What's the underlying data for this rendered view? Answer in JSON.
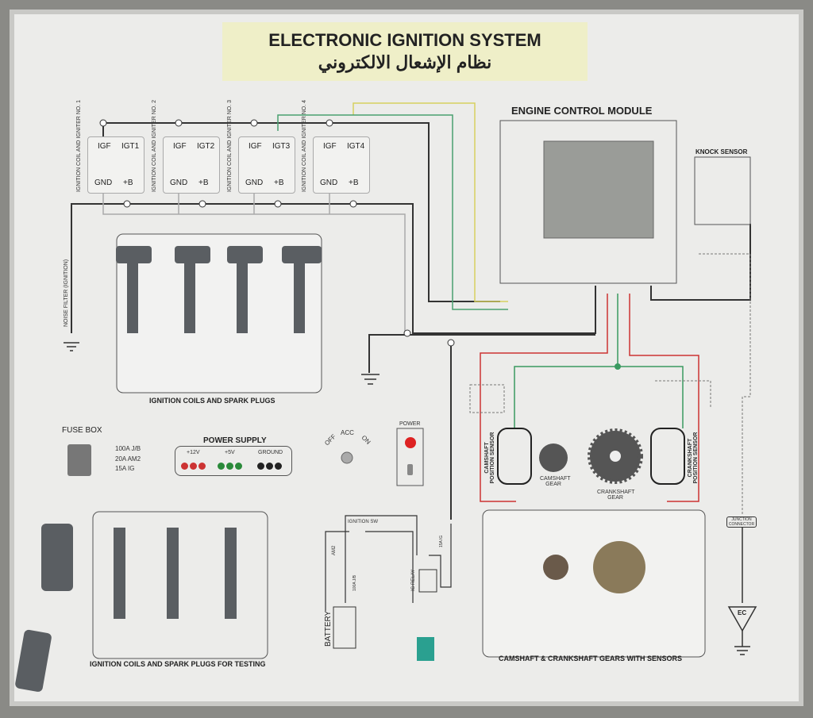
{
  "title": {
    "english": "ELECTRONIC IGNITION SYSTEM",
    "arabic": "نظام الإشعال الالكتروني"
  },
  "ignition_coils": [
    {
      "label": "IGNITION COIL AND IGNITER NO. 1",
      "igf": "IGF",
      "igt": "IGT1",
      "gnd": "GND",
      "b": "+B"
    },
    {
      "label": "IGNITION COIL AND IGNITER NO. 2",
      "igf": "IGF",
      "igt": "IGT2",
      "gnd": "GND",
      "b": "+B"
    },
    {
      "label": "IGNITION COIL AND IGNITER NO. 3",
      "igf": "IGF",
      "igt": "IGT3",
      "gnd": "GND",
      "b": "+B"
    },
    {
      "label": "IGNITION COIL AND IGNITER NO. 4",
      "igf": "IGF",
      "igt": "IGT4",
      "gnd": "GND",
      "b": "+B"
    }
  ],
  "ecm_label": "ENGINE CONTROL MODULE",
  "knock_sensor": "KNOCK SENSOR",
  "noise_filter": "NOISE FILTER (IGNITION)",
  "coils_panel": "IGNITION COILS AND SPARK PLUGS",
  "fuse_box": {
    "label": "FUSE BOX",
    "fuses": [
      "100A J/B",
      "20A AM2",
      "15A IG"
    ]
  },
  "power_supply": {
    "label": "POWER SUPPLY",
    "groups": [
      "+12V",
      "+5V",
      "GROUND"
    ]
  },
  "ignition_switch": {
    "positions": [
      "OFF",
      "ACC",
      "ON"
    ]
  },
  "power": "POWER",
  "circuit": {
    "ignition_sw": "IGNITION SW",
    "battery": "BATTERY",
    "ig_relay": "IG RELAY",
    "fuse_am2": "AM2",
    "fuse_jb": "100A J/B",
    "fuse_ig": "15A IG"
  },
  "camshaft_sensor": "CAMSHAFT POSITION SENSOR",
  "crankshaft_sensor": "CRANKSHAFT POSITION SENSOR",
  "camshaft_gear": "CAMSHAFT GEAR",
  "crankshaft_gear": "CRANKSHAFT GEAR",
  "junction_connector": "JUNCTION CONNECTOR",
  "ec": "EC",
  "testing_panel": "IGNITION COILS AND SPARK PLUGS FOR TESTING",
  "gears_panel": "CAMSHAFT & CRANKSHAFT GEARS WITH SENSORS"
}
